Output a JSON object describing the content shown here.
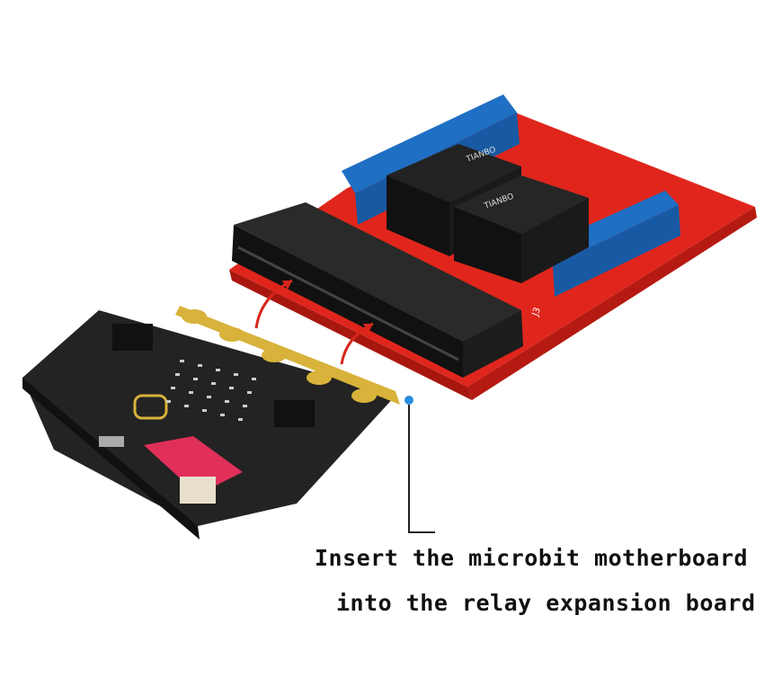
{
  "caption": {
    "line1": "Insert the microbit motherboard",
    "line2": "into the relay expansion board"
  },
  "relay_brand": "TIANBO",
  "connector_label": "J3",
  "colors": {
    "relay_board": "#e0261c",
    "terminal_blocks": "#1f6fc4",
    "relays": "#1a1a1a",
    "microbit_board": "#222222",
    "gold_edge": "#d8b23a",
    "arrows": "#d8261c",
    "callout_dot": "#2a8ee0"
  }
}
